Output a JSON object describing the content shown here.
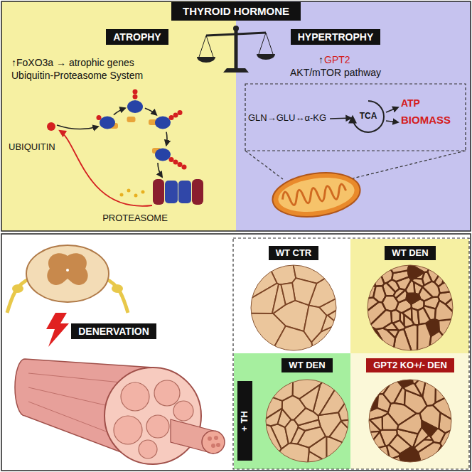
{
  "diagram": {
    "title": "THYROID HORMONE",
    "nodes": [
      {
        "text": [
          "ATROPHY"
        ]
      },
      {
        "text": [
          "HYPERTROPHY"
        ]
      },
      {
        "text": [
          "DENERVATION"
        ]
      },
      {
        "text": [
          "WT CTR"
        ]
      },
      {
        "text": [
          "WT DEN"
        ]
      },
      {
        "text": [
          "+ TH"
        ]
      },
      {
        "text": [
          "WT DEN"
        ]
      },
      {
        "text": [
          "GPT2 KO+/- DEN"
        ]
      }
    ],
    "labels": [
      "↑FoXO3a → atrophic genes",
      "Ubiquitin-Proteasome System",
      "UBIQUITIN",
      "PROTEASOME",
      "↑",
      "GPT2",
      "AKT/mTOR pathway",
      "GLN→GLU↔α-KG",
      "TCA",
      "ATP",
      "BIOMASS"
    ]
  }
}
